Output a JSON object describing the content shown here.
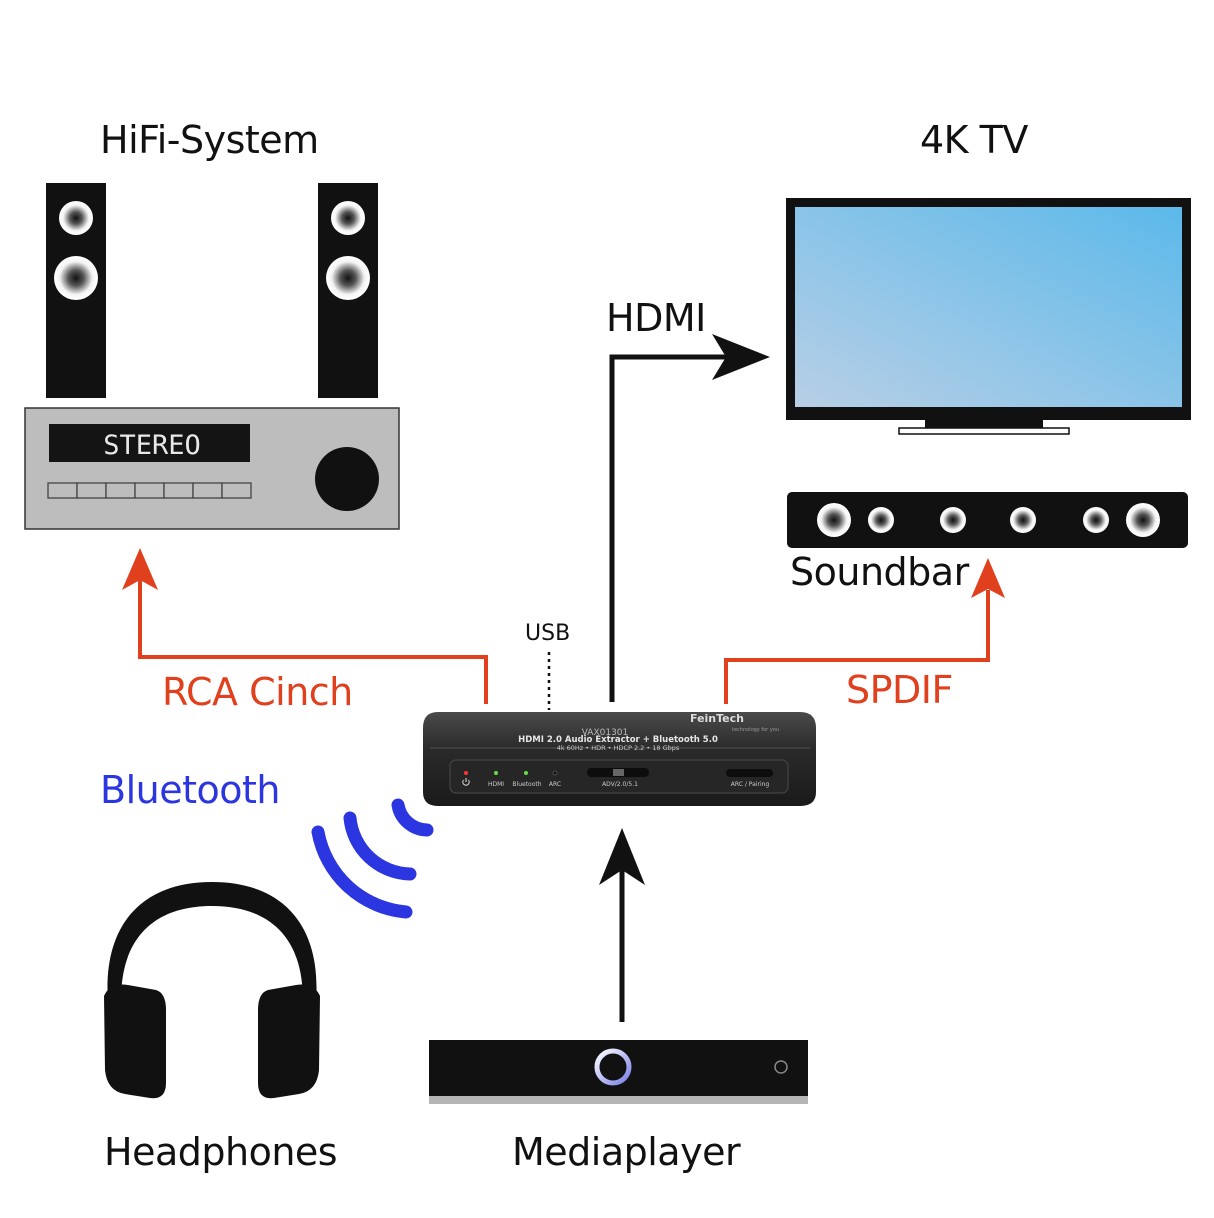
{
  "labels": {
    "hifi_system": "HiFi-System",
    "tv": "4K TV",
    "hdmi": "HDMI",
    "soundbar": "Soundbar",
    "usb": "USB",
    "rca_cinch": "RCA Cinch",
    "spdif": "SPDIF",
    "bluetooth": "Bluetooth",
    "headphones": "Headphones",
    "mediaplayer": "Mediaplayer"
  },
  "receiver": {
    "display_text": "STEREO"
  },
  "extractor": {
    "model": "VAX01301",
    "brand": "FeinTech",
    "brand_tagline": "technology for you",
    "product_line1": "HDMI 2.0 Audio Extractor + Bluetooth 5.0",
    "product_line2": "4k 60Hz • HDR • HDCP 2.2 • 18 Gbps",
    "led_labels": [
      "HDMI",
      "Bluetooth",
      "ARC"
    ],
    "switch_label": "ADV/2.0/5.1",
    "button_label": "ARC / Pairing"
  },
  "colors": {
    "audio_out_arrow": "#e0401e",
    "bluetooth": "#2b35e0",
    "signal_arrow": "#111111",
    "tv_screen_top": "#5bb9ea",
    "tv_screen_bottom": "#b8cfe6",
    "receiver_body": "#bdbdbd"
  },
  "icons": {
    "power": "power-icon",
    "wireless": "wireless-waves-icon",
    "mediaplayer_ring": "ring-icon"
  }
}
